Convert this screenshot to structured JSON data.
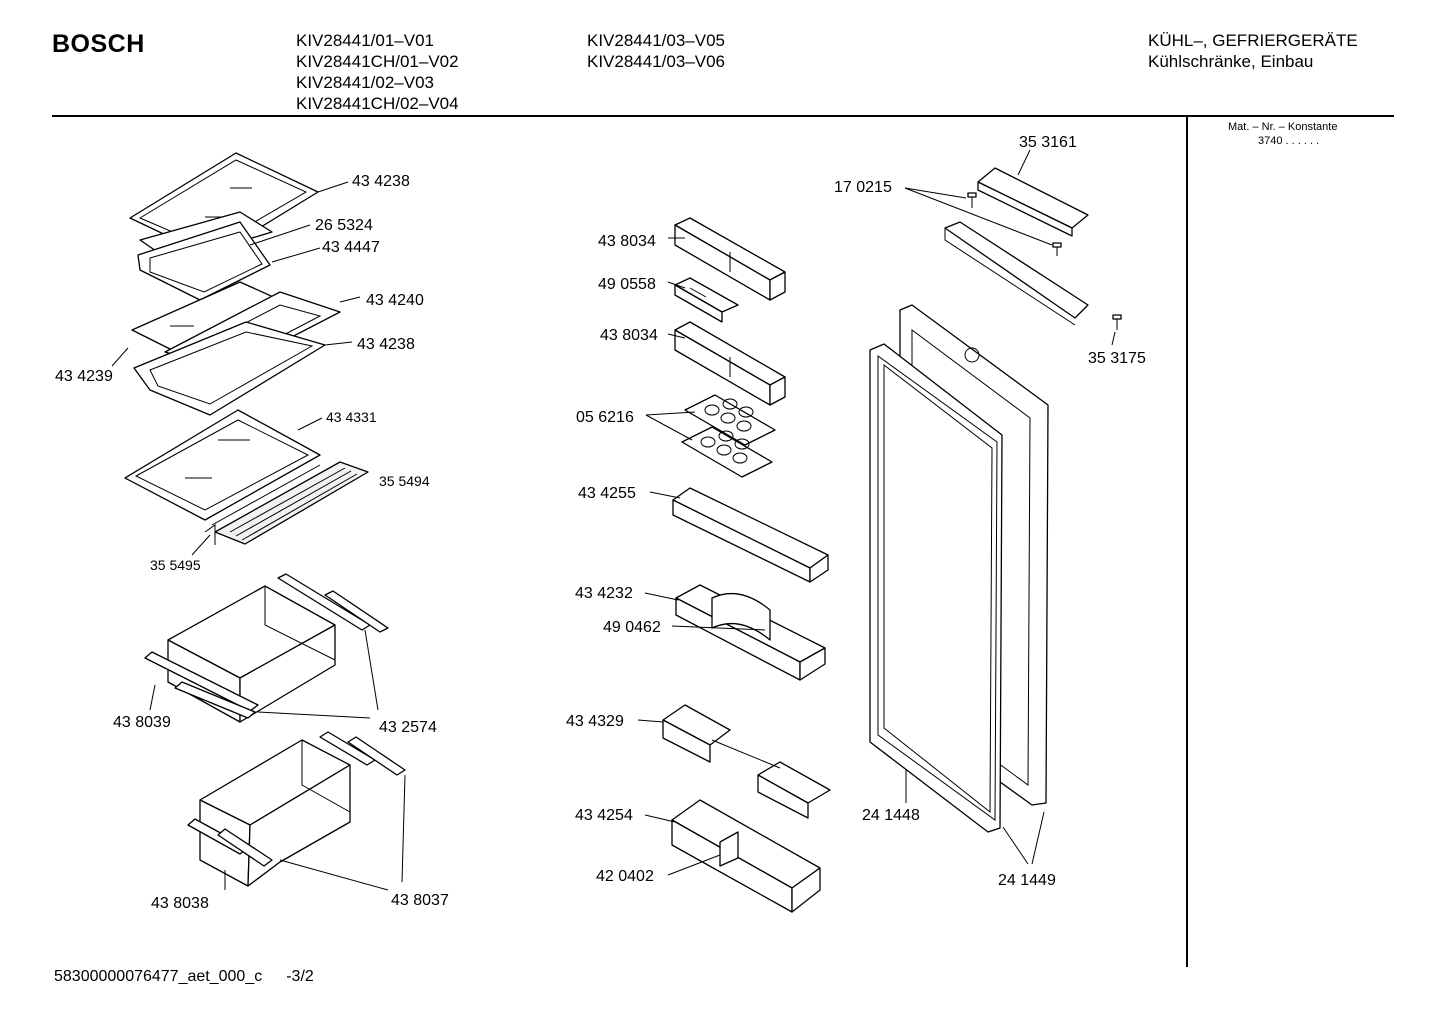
{
  "header": {
    "brand": "BOSCH",
    "models_col1": [
      "KIV28441/01–V01",
      "KIV28441CH/01–V02",
      "KIV28441/02–V03",
      "KIV28441CH/02–V04"
    ],
    "models_col2": [
      "KIV28441/03–V05",
      "KIV28441/03–V06"
    ],
    "category": "KÜHL–, GEFRIERGERÄTE",
    "subcategory": "Kühlschränke, Einbau"
  },
  "side_panel": {
    "mat_label": "Mat. – Nr. – Konstante",
    "mat_value": "3740 . .   . . . ."
  },
  "footer": {
    "doc_id": "58300000076477_aet_000_c",
    "page": "-3/2"
  },
  "part_labels": {
    "p434238_top": "43 4238",
    "p265324": "26 5324",
    "p434447": "43 4447",
    "p434240": "43 4240",
    "p434238_mid": "43 4238",
    "p434239": "43 4239",
    "p434331": "43 4331",
    "p355494": "35 5494",
    "p355495": "35 5495",
    "p438039": "43 8039",
    "p432574": "43 2574",
    "p438038": "43 8038",
    "p438037": "43 8037",
    "p438034_a": "43 8034",
    "p490558": "49 0558",
    "p438034_b": "43 8034",
    "p056216": "05 6216",
    "p434255": "43 4255",
    "p434232": "43 4232",
    "p490462": "49 0462",
    "p434329": "43 4329",
    "p434254": "43 4254",
    "p420402": "42 0402",
    "p353161": "35 3161",
    "p170215": "17 0215",
    "p353175": "35 3175",
    "p241448": "24 1448",
    "p241449": "24 1449"
  }
}
